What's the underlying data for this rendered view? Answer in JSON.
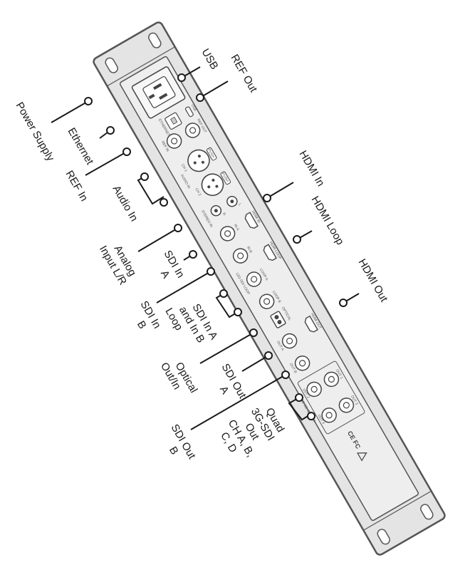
{
  "colors": {
    "panel_fill": "#e4e4e4",
    "panel_stroke": "#555555",
    "line": "#1a1a1a"
  },
  "callouts": {
    "usb": "USB",
    "ref_out": "REF Out",
    "power_supply": "Power Supply",
    "ethernet": "Ethernet",
    "ref_in": "REF In",
    "audio_in": "Audio In",
    "analog_input": [
      "Analog",
      "Input L/R"
    ],
    "sdi_in_a": [
      "SDI In",
      "A"
    ],
    "sdi_in_b": [
      "SDI In",
      "B"
    ],
    "sdi_in_loop": [
      "SDI In A",
      "and In B",
      "Loop"
    ],
    "optical": [
      "Optical",
      "Out/In"
    ],
    "sdi_out_a": [
      "SDI Out",
      "A"
    ],
    "sdi_out_b": [
      "SDI Out",
      "B"
    ],
    "quad_sdi": [
      "Quad",
      "3G-SDI",
      "Out",
      "CH A, B,",
      "C, D"
    ],
    "hdmi_in": "HDMI In",
    "hdmi_loop": "HDMI Loop",
    "hdmi_out": "HDMI Out"
  },
  "panel_labels": {
    "usb": "USB",
    "ethernet": "ETHERNET",
    "ref_out": "REF OUT",
    "ref_in": "REF IN",
    "push": "PUSH",
    "ch1": "CH 1",
    "audio_in": "AUDIO IN",
    "ch2": "CH 2",
    "stereo_in": "STEREO IN",
    "r": "R",
    "l": "L",
    "in_a": "IN A",
    "in_b": "IN B",
    "hdmi_in": "HDMI IN",
    "hdmi_loop": "HDMI LOOP",
    "loop_a": "LOOP A",
    "loop_b": "LOOP B",
    "sdi_loop": "12G-SDI LOOP",
    "optical": "OPTICAL",
    "hdmi_out": "HDMI OUT",
    "out_a": "OUT A",
    "out_b": "OUT B",
    "out_1": "OUT 1",
    "out_2": "OUT 2",
    "out_3": "OUT 3",
    "out_4": "OUT 4",
    "quad_out": "QUAD 3G-SDI OUT",
    "cert": "CE FC"
  }
}
